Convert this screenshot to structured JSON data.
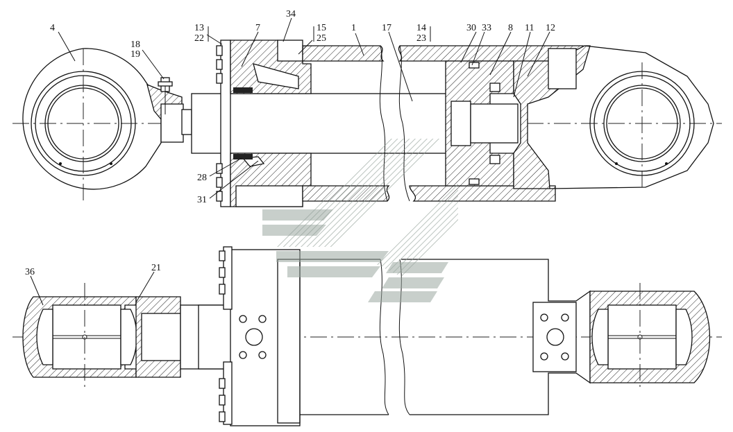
{
  "drawing": {
    "labels": {
      "l4": "4",
      "l18": "18",
      "l19": "19",
      "l13": "13",
      "l22": "22",
      "l7": "7",
      "l34": "34",
      "l15": "15",
      "l25": "25",
      "l1": "1",
      "l17": "17",
      "l14": "14",
      "l23": "23",
      "l30": "30",
      "l33": "33",
      "l8": "8",
      "l11": "11",
      "l12": "12",
      "l28": "28",
      "l31": "31",
      "l36": "36",
      "l21": "21"
    }
  }
}
